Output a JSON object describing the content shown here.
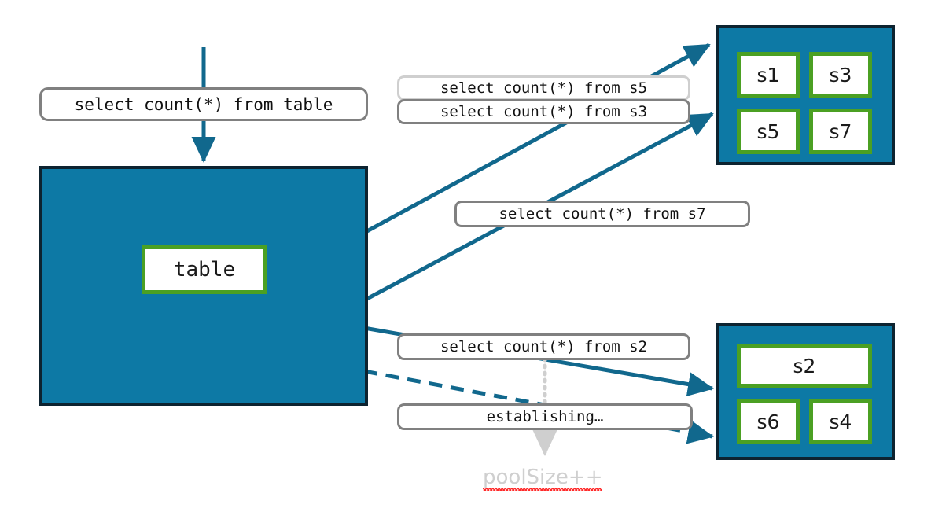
{
  "diagram": {
    "title": "connection pool query routing",
    "colors": {
      "panel_fill": "#0d79a5",
      "panel_border": "#0d2330",
      "cell_border": "#4ba023",
      "arrow": "#11688d",
      "chip_border": "#808080",
      "chip_border_faded": "#cfcfcf",
      "ghost_text": "#cfcfcf",
      "squiggle": "#ff2a2a"
    }
  },
  "source_panel": {
    "name": "table-panel",
    "cell_label": "table"
  },
  "pool_top": {
    "name": "pool-top",
    "cells": [
      {
        "id": "s1",
        "label": "s1"
      },
      {
        "id": "s3",
        "label": "s3"
      },
      {
        "id": "s5",
        "label": "s5"
      },
      {
        "id": "s7",
        "label": "s7"
      }
    ]
  },
  "pool_bottom": {
    "name": "pool-bottom",
    "cells": [
      {
        "id": "s2",
        "label": "s2"
      },
      {
        "id": "s6",
        "label": "s6"
      },
      {
        "id": "s4",
        "label": "s4"
      }
    ]
  },
  "labels": {
    "from_table": "select count(*) from table",
    "from_s5": "select count(*) from s5",
    "from_s3": "select count(*) from s3",
    "from_s7": "select count(*) from s7",
    "from_s2": "select count(*) from s2",
    "establishing": "establishing…",
    "pool_size": "poolSize++"
  }
}
